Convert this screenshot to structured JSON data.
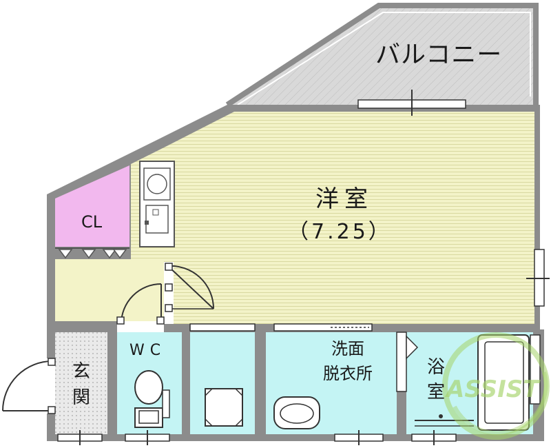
{
  "labels": {
    "balcony": "バルコニー",
    "western_room": "洋室",
    "western_room_size": "（7.25）",
    "closet": "CL",
    "wc": "WC",
    "entrance": "玄関",
    "washroom": "洗面脱衣所",
    "bathroom": "浴室"
  },
  "logo": {
    "text": "ASSIST",
    "color": "#a6d36a"
  },
  "colors": {
    "wall": "#8c8c8c",
    "balcony": "#d9d9d9",
    "western_room": "#f3f3c8",
    "closet": "#f2b8ee",
    "corridor": "#f3f3c8",
    "wet_area": "#c4f4f4",
    "entrance": "#e0e0e0"
  }
}
